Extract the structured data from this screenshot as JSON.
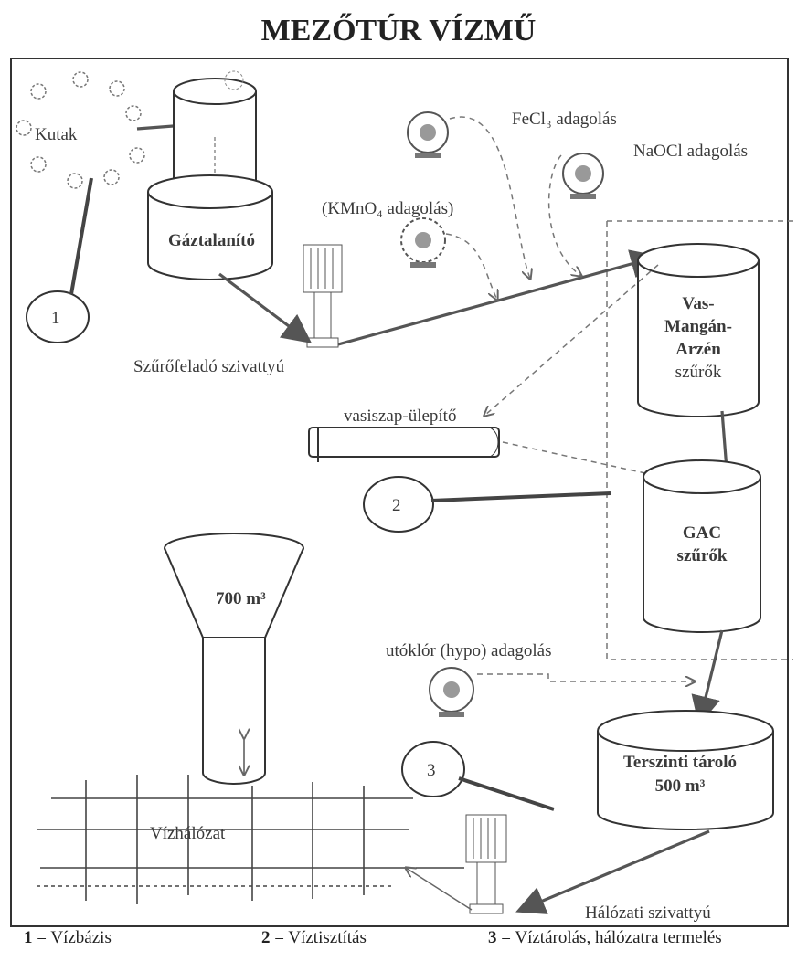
{
  "title": "MEZŐTÚR VÍZMŰ",
  "labels": {
    "wells": "Kutak",
    "degasser": "Gáztalanító",
    "fecl3": "FeCl₃ adagolás",
    "naocl": "NaOCl adagolás",
    "kmno4": "(KMnO₄ adagolás)",
    "filter_feed_pump": "Szűrőfeladó szivattyú",
    "iron_filter": [
      "Vas-",
      "Mangán-",
      "Arzén",
      "szűrők"
    ],
    "sludge_settler": "vasiszap-ülepítő",
    "gac_filter": [
      "GAC",
      "szűrők"
    ],
    "tower_volume": "700 m³",
    "post_chlorination": "utóklór (hypo) adagolás",
    "ground_tank": [
      "Terszinti tároló",
      "500 m³"
    ],
    "network": "Vízhálózat",
    "network_pump": "Hálózati szivattyú",
    "marker_1": "1",
    "marker_2": "2",
    "marker_3": "3"
  },
  "legend": [
    {
      "num": "1",
      "sep": " = ",
      "text": "Vízbázis"
    },
    {
      "num": "2",
      "sep": " = ",
      "text": "Víztisztítás"
    },
    {
      "num": "3",
      "sep": " = ",
      "text": "Víztárolás, hálózatra termelés"
    }
  ]
}
